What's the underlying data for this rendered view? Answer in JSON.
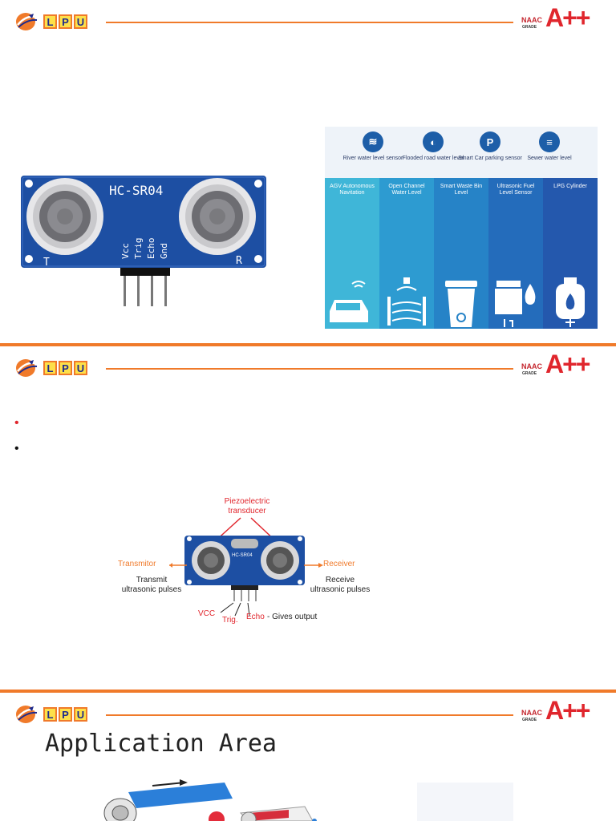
{
  "header": {
    "logo_letters": [
      "L",
      "P",
      "U"
    ],
    "naac_text": "NAAC",
    "naac_grade": "GRADE",
    "naac_score": "A++"
  },
  "slide1": {
    "sensor": {
      "model": "HC-SR04",
      "pins": [
        "Vcc",
        "Trig",
        "Echo",
        "Gnd"
      ],
      "left_mark": "T",
      "right_mark": "R"
    },
    "applications_top": [
      {
        "icon": "water-level-icon",
        "glyph": "≋",
        "label": "River water level sensor"
      },
      {
        "icon": "flooded-road-icon",
        "glyph": "◐",
        "label": "Flooded road water level"
      },
      {
        "icon": "parking-icon",
        "glyph": "P",
        "label": "Smart Car parking sensor"
      },
      {
        "icon": "sewer-icon",
        "glyph": "≡",
        "label": "Sewer water level"
      }
    ],
    "applications_columns": [
      {
        "label": "AGV Autonomous Navitation",
        "color": "#3fb6d8"
      },
      {
        "label": "Open Channel Water Level",
        "color": "#2d9bd1"
      },
      {
        "label": "Smart Waste Bin Level",
        "color": "#2683c7"
      },
      {
        "label": "Ultrasonic Fuel Level Sensor",
        "color": "#246cbb"
      },
      {
        "label": "LPG Cylinder",
        "color": "#2458ad"
      }
    ]
  },
  "slide2": {
    "bullets": [
      "•",
      "•"
    ],
    "diagram": {
      "piezo": "Piezoelectric\ntransducer",
      "transmitor": "Transmitor",
      "transmit": "Transmit\nultrasonic pulses",
      "receiver": "Receiver",
      "receive": "Receive\nultrasonic pulses",
      "vcc": "VCC",
      "trig": "Trig.",
      "echo": "Echo",
      "gives_output": "- Gives output",
      "module_label": "HC-SR04"
    }
  },
  "slide3": {
    "title": "Application Area"
  },
  "colors": {
    "accent_orange": "#f07a2a",
    "naac_red": "#e0262d",
    "pcb_blue": "#1d4fa3"
  }
}
